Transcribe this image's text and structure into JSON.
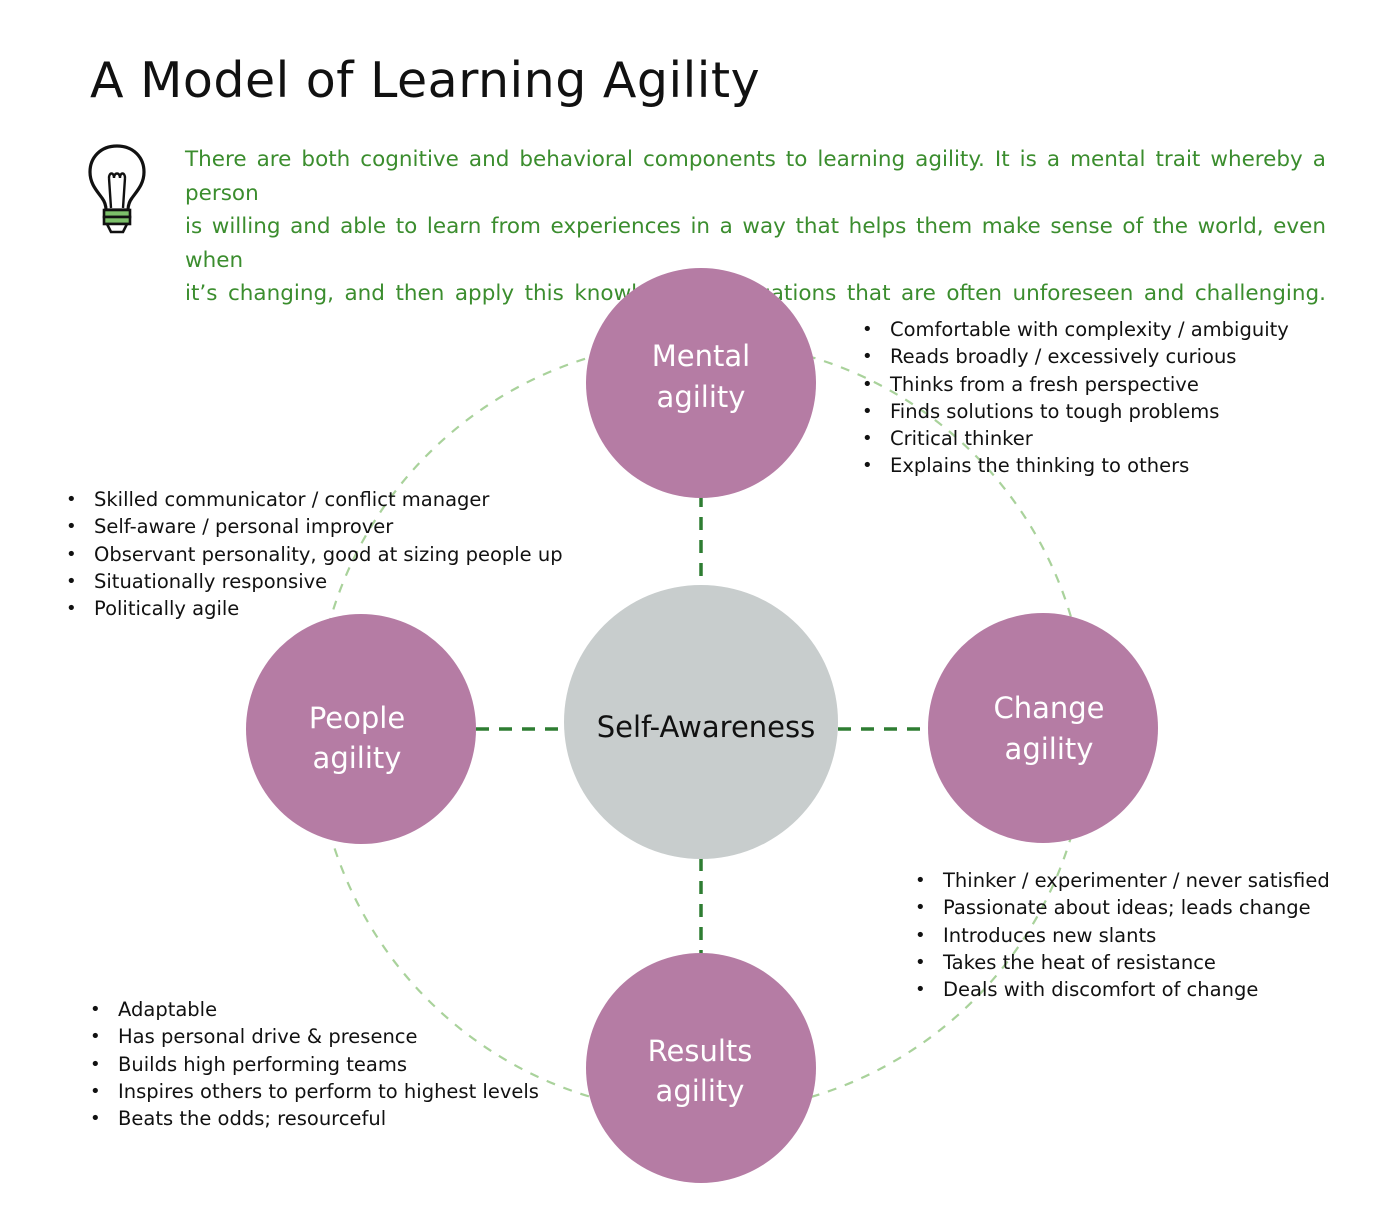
{
  "title": "A Model of Learning Agility",
  "intro": {
    "lines": [
      "There are both cognitive and behavioral components to learning agility. It is a mental trait whereby a person",
      "is willing and able to learn from experiences in a way that helps them make sense of the world, even when",
      "it’s changing, and then apply this knowledge in situations that are often unforeseen and challenging."
    ]
  },
  "icons": {
    "lightbulb": "lightbulb-icon"
  },
  "colors": {
    "node_fill": "#b57ca4",
    "center_fill": "#c8cdcd",
    "connector": "#2e7d32",
    "ring": "#a9d29b",
    "intro_text": "#3b8d2e",
    "bulb_base": "#7cc06a"
  },
  "center": {
    "label": "Self-Awareness"
  },
  "nodes": {
    "mental": {
      "line1": "Mental",
      "line2": "agility",
      "bullets": [
        "Comfortable with complexity / ambiguity",
        "Reads broadly / excessively curious",
        "Thinks from a fresh perspective",
        "Finds solutions to tough problems",
        "Critical thinker",
        "Explains the thinking to others"
      ]
    },
    "people": {
      "line1": "People",
      "line2": "agility",
      "bullets": [
        "Skilled communicator / conflict manager",
        "Self-aware / personal improver",
        "Observant personality, good at sizing people up",
        "Situationally responsive",
        "Politically agile"
      ]
    },
    "change": {
      "line1": "Change",
      "line2": "agility",
      "bullets": [
        "Thinker / experimenter / never satisfied",
        "Passionate about ideas; leads change",
        "Introduces new slants",
        "Takes the heat of resistance",
        "Deals with discomfort of change"
      ]
    },
    "results": {
      "line1": "Results",
      "line2": "agility",
      "bullets": [
        "Adaptable",
        "Has personal drive & presence",
        "Builds high performing teams",
        "Inspires others to perform to highest levels",
        "Beats the odds; resourceful"
      ]
    }
  }
}
